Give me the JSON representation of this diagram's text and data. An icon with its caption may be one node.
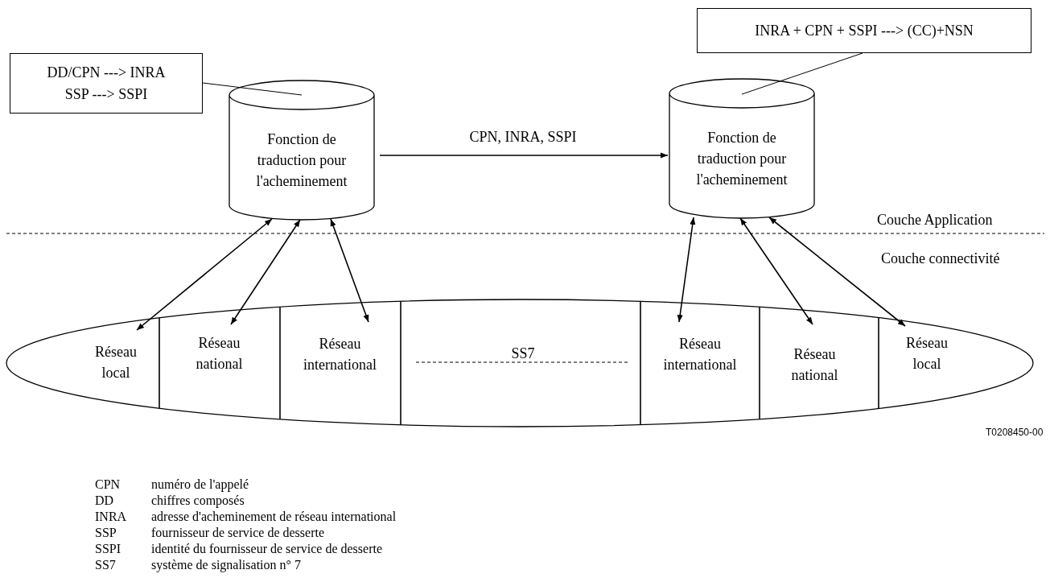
{
  "diagram": {
    "nodes": [
      {
        "text": [
          "DD/CPN ---> INRA SSP ---> SSPI"
        ]
      },
      {
        "text": [
          "Fonction de traduction pour l'acheminement"
        ]
      },
      {
        "text": [
          "INRA + CPN + SSPI ---> (CC)+NSN"
        ]
      },
      {
        "text": [
          "Fonction de traduction pour l'acheminement"
        ]
      },
      {
        "text": [],
        "shape": "ellipse"
      },
      {
        "text": [
          "Réseau local"
        ],
        "in": 4
      },
      {
        "text": [
          "Réseau national"
        ],
        "in": 4
      },
      {
        "text": [
          "Réseau international"
        ],
        "in": 4
      },
      {
        "text": [
          "SS7"
        ],
        "in": 4
      },
      {
        "text": [
          "Réseau international"
        ],
        "in": 4
      },
      {
        "text": [
          "Réseau national"
        ],
        "in": 4
      },
      {
        "text": [
          "Réseau local"
        ],
        "in": 4
      }
    ],
    "edges": [
      {
        "from": 0,
        "to": 1,
        "arrow": "none"
      },
      {
        "from": 1,
        "to": 3,
        "arrow": "to",
        "label": "CPN, INRA, SSPI"
      },
      {
        "from": 2,
        "to": 3,
        "arrow": "none"
      },
      {
        "from": 1,
        "to": 5,
        "arrow": "both"
      },
      {
        "from": 1,
        "to": 6,
        "arrow": "both"
      },
      {
        "from": 1,
        "to": 7,
        "arrow": "both"
      },
      {
        "from": 3,
        "to": 9,
        "arrow": "both"
      },
      {
        "from": 3,
        "to": 10,
        "arrow": "both"
      },
      {
        "from": 3,
        "to": 11,
        "arrow": "both"
      }
    ],
    "labels": [
      "Couche Application",
      "Couche connectivité",
      "T0208450-00",
      "CPN",
      "numéro de l'appelé",
      "DD",
      "chiffres composés",
      "INRA",
      "adresse d'acheminement de réseau international",
      "SSP",
      "fournisseur de service de desserte",
      "SSPI",
      "identité du fournisseur de service de desserte",
      "SS7",
      "système de signalisation n° 7"
    ]
  }
}
